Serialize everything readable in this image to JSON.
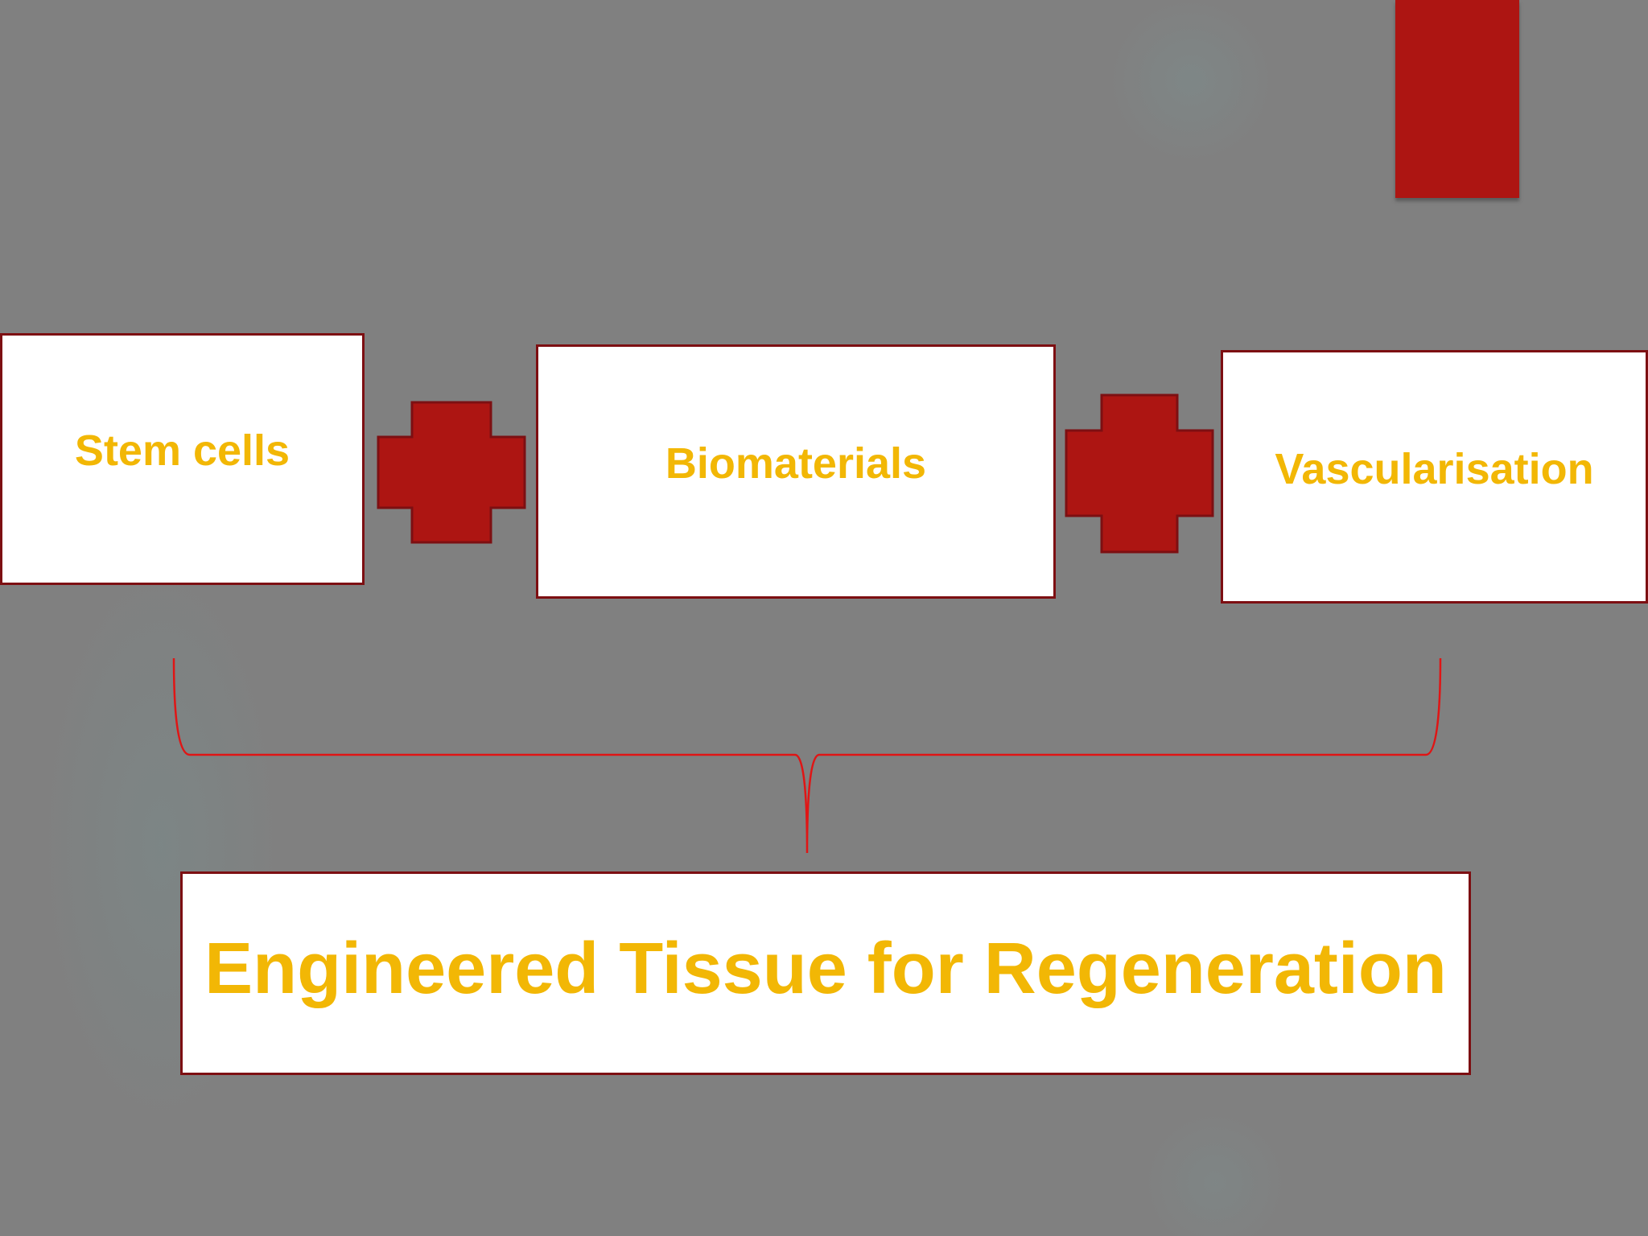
{
  "diagram": {
    "inputs": [
      {
        "label": "Stem cells"
      },
      {
        "label": "Biomaterials"
      },
      {
        "label": "Vascularisation"
      }
    ],
    "result": {
      "label": "Engineered Tissue for Regeneration"
    }
  },
  "colors": {
    "background": "#808080",
    "accent_red": "#ad1512",
    "border_dark_red": "#7d0f12",
    "text_gold": "#f2b705",
    "brace_red": "#e01515",
    "box_fill": "#ffffff"
  },
  "icons": [
    "plus-icon",
    "curly-brace-icon"
  ]
}
